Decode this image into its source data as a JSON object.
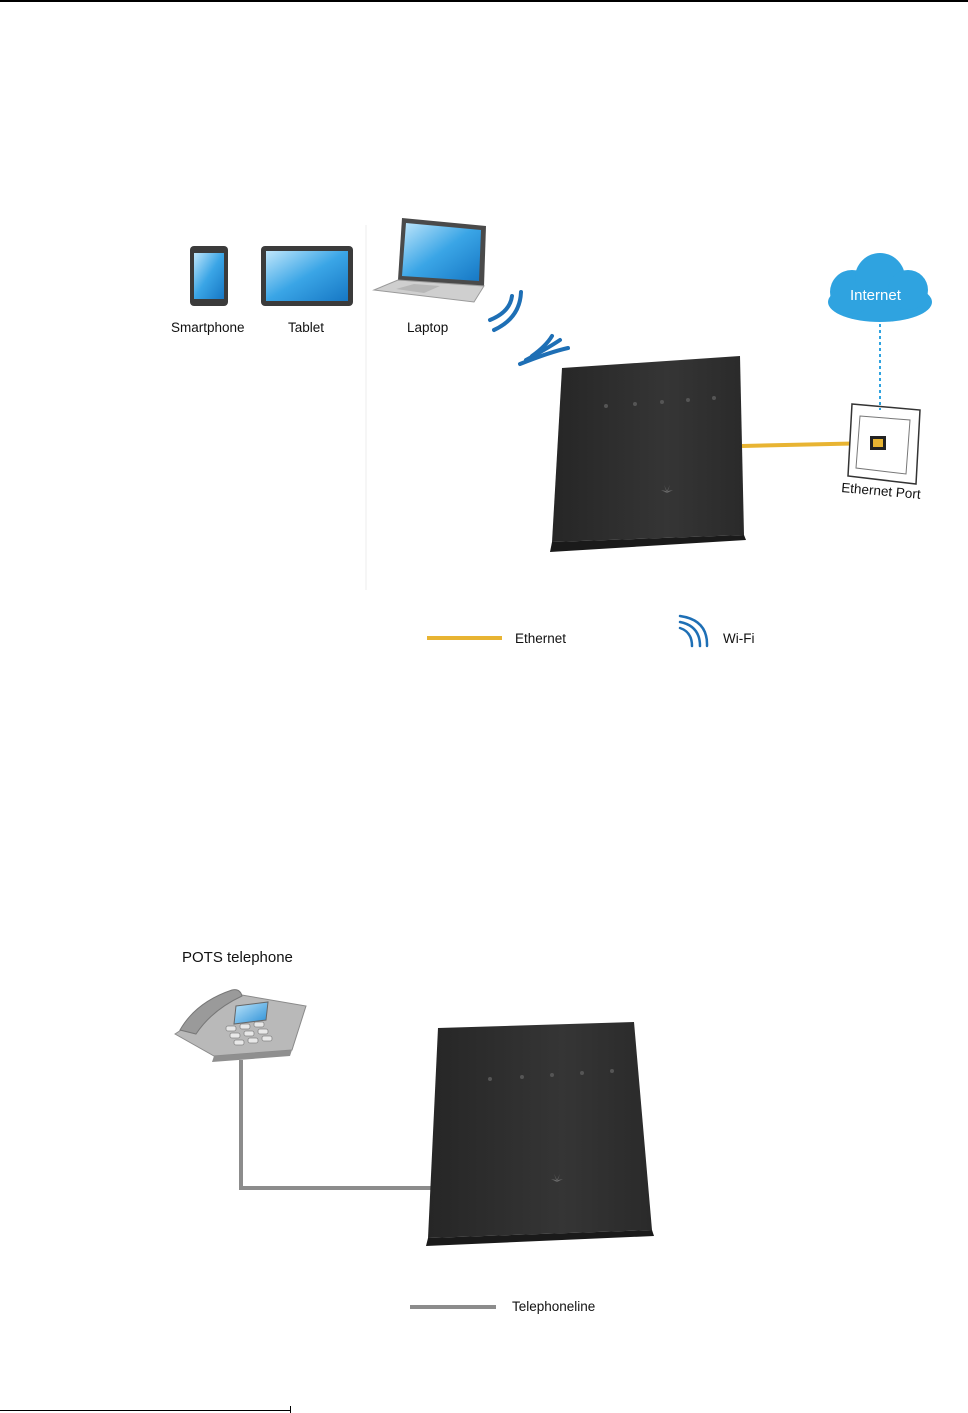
{
  "diagram_wifi": {
    "devices": [
      "Smartphone",
      "Tablet",
      "Laptop"
    ],
    "cloud_label": "Internet",
    "port_label": "Ethernet Port",
    "legend": {
      "ethernet": "Ethernet",
      "wifi": "Wi-Fi"
    },
    "colors": {
      "ethernet": "#E8B432",
      "wifi": "#1E6FB5",
      "cloud": "#2FA3E0",
      "router": "#2E2E2E"
    }
  },
  "diagram_phone": {
    "phone_label": "POTS telephone",
    "legend": {
      "telephone_line": "Telephoneline"
    },
    "colors": {
      "telephone_line": "#8C8C8C",
      "router": "#2E2E2E"
    }
  }
}
